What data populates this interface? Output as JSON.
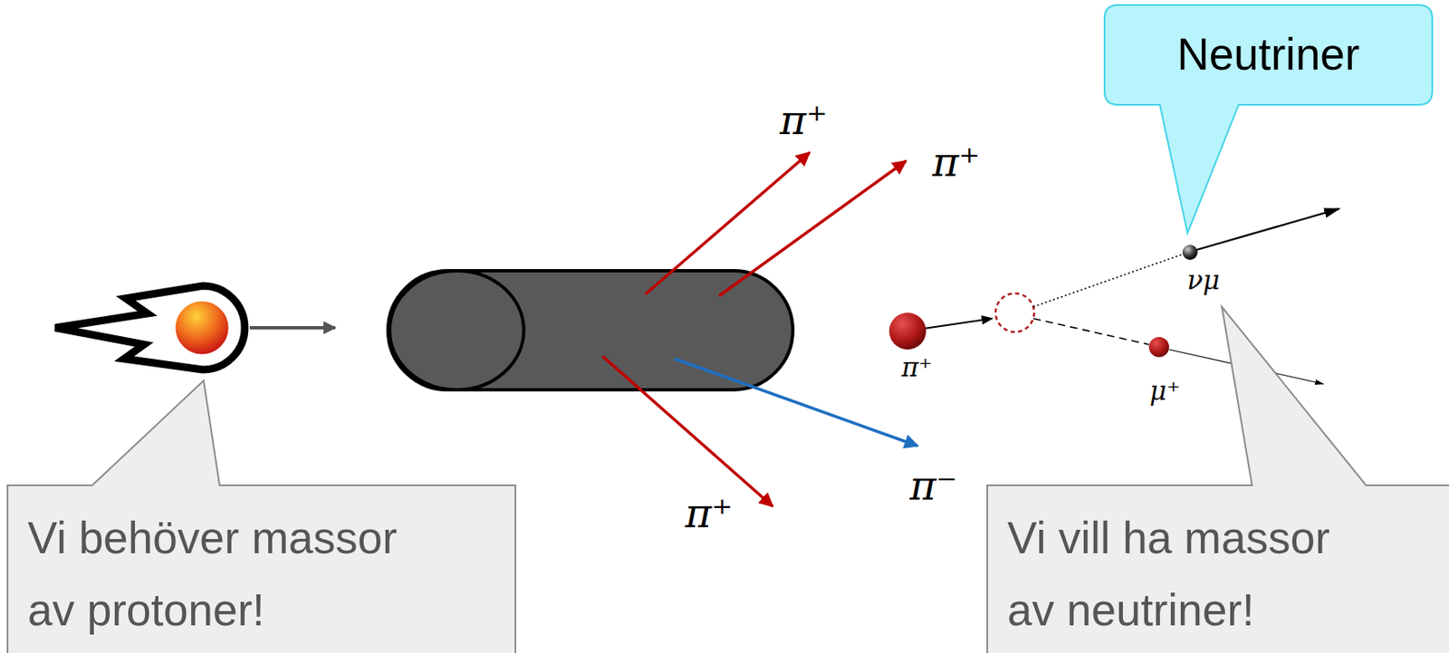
{
  "diagram": {
    "nodes": [
      {
        "text": [
          "Neutriner"
        ]
      },
      {
        "text": [
          "Vi behöver massor av protoner!"
        ]
      },
      {
        "text": [
          "Vi vill ha massor av neutriner!"
        ]
      }
    ],
    "labels": [
      "π⁺",
      "π⁺",
      "π⁻",
      "π⁺",
      "π⁺",
      "νμ",
      "μ⁺"
    ]
  }
}
